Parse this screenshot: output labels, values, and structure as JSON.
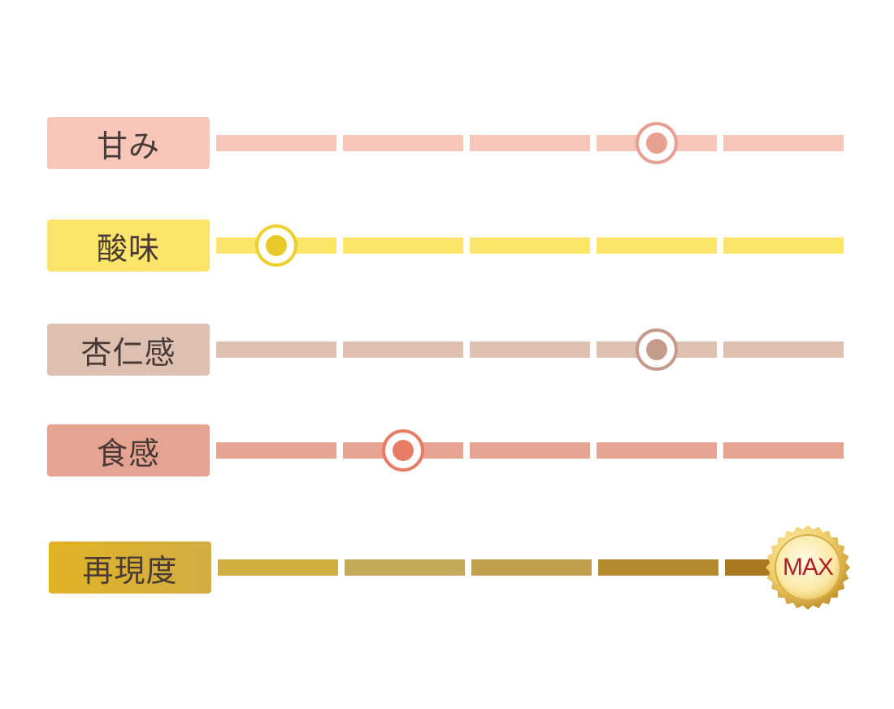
{
  "steps": 5,
  "rows": [
    {
      "label": "甘み",
      "value": 4,
      "label_color": "#f8c6b9",
      "bar_color": "#f8c6b9",
      "ring_color": "#e6a091",
      "dot_color": "#e6a091"
    },
    {
      "label": "酸味",
      "value": 1,
      "label_color": "#fde46a",
      "bar_color": "#fde46a",
      "ring_color": "#ecd030",
      "dot_color": "#e8c92a"
    },
    {
      "label": "杏仁感",
      "value": 4,
      "label_color": "#ddc0b2",
      "bar_color": "#ddc0b2",
      "ring_color": "#c49a8c",
      "dot_color": "#c49a8c"
    },
    {
      "label": "食感",
      "value": 2,
      "label_color": "#e6a391",
      "bar_color": "#e6a391",
      "ring_color": "#e67c66",
      "dot_color": "#e67c66"
    }
  ],
  "reproduction": {
    "label": "再現度",
    "value": 5,
    "badge_text": "MAX",
    "label_gradient": [
      "#dfb323",
      "#d3ad45"
    ],
    "bar_colors": [
      "#d1ae40",
      "#c5a95a",
      "#c0a04f",
      "#b48a2e",
      "#a9791f"
    ]
  }
}
